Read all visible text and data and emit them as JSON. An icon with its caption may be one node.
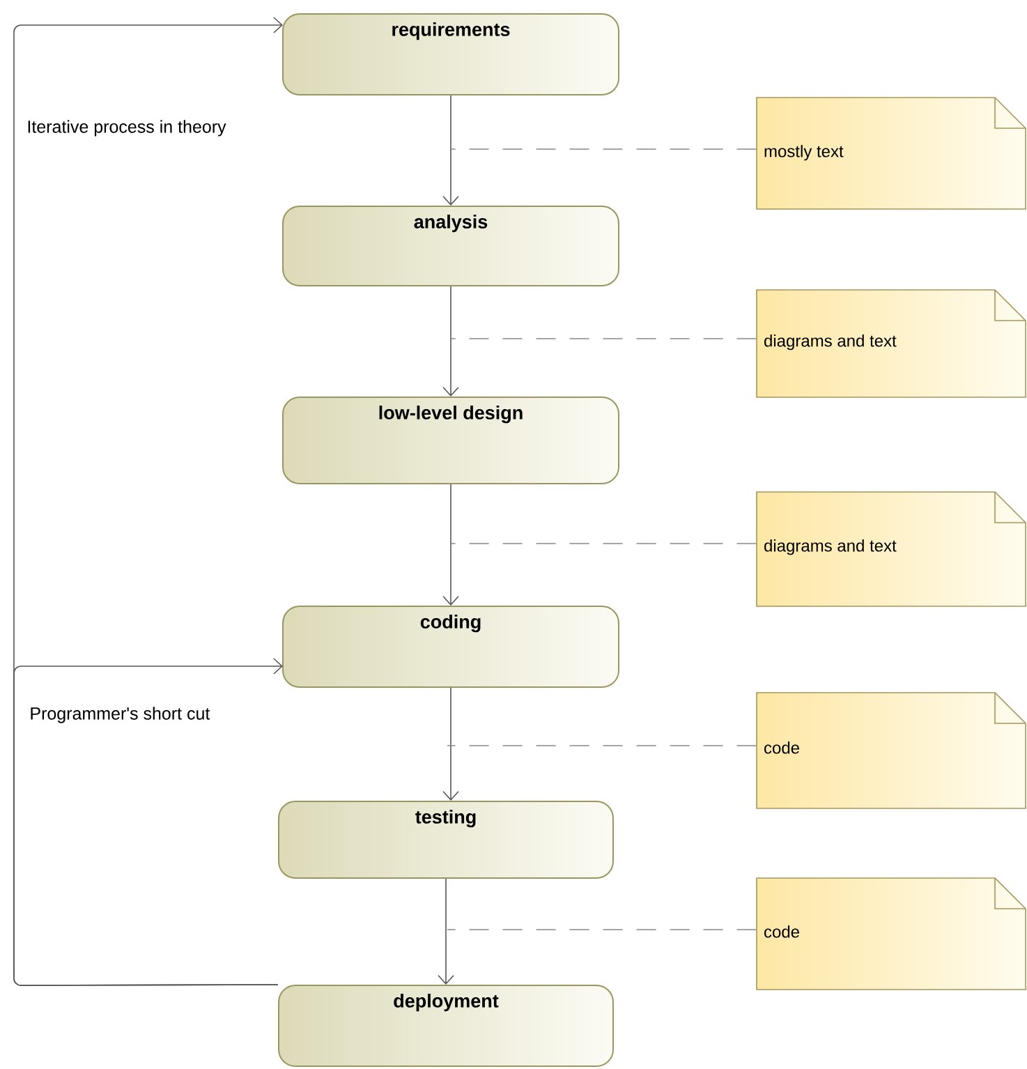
{
  "diagram": {
    "nodes": [
      {
        "text": [
          "requirements"
        ]
      },
      {
        "text": [
          "analysis"
        ]
      },
      {
        "text": [
          "low-level design"
        ]
      },
      {
        "text": [
          "coding"
        ]
      },
      {
        "text": [
          "testing"
        ]
      },
      {
        "text": [
          "deployment"
        ]
      },
      {
        "text": [
          "mostly text"
        ]
      },
      {
        "text": [
          "diagrams and text"
        ]
      },
      {
        "text": [
          "diagrams and text"
        ]
      },
      {
        "text": [
          "code"
        ]
      },
      {
        "text": [
          "code"
        ]
      }
    ],
    "edges": [
      {
        "from": 0,
        "to": 1,
        "arrow": "to"
      },
      {
        "from": 1,
        "to": 2,
        "arrow": "to"
      },
      {
        "from": 2,
        "to": 3,
        "arrow": "to"
      },
      {
        "from": 3,
        "to": 4,
        "arrow": "to"
      },
      {
        "from": 4,
        "to": 5,
        "arrow": "to"
      },
      {
        "from": 5,
        "to": 0,
        "arrow": "to",
        "label": "Iterative process in theory"
      },
      {
        "from": 5,
        "to": 3,
        "arrow": "to",
        "label": "Programmer's short cut"
      },
      {
        "from": 6,
        "to": null,
        "arrow": "none",
        "style": "dashed",
        "color": "#888888"
      },
      {
        "from": 7,
        "to": null,
        "arrow": "none",
        "style": "dashed",
        "color": "#888888"
      },
      {
        "from": 8,
        "to": null,
        "arrow": "none",
        "style": "dashed",
        "color": "#888888"
      },
      {
        "from": 9,
        "to": null,
        "arrow": "none",
        "style": "dashed",
        "color": "#888888"
      },
      {
        "from": 10,
        "to": null,
        "arrow": "none",
        "style": "dashed",
        "color": "#888888"
      }
    ]
  }
}
